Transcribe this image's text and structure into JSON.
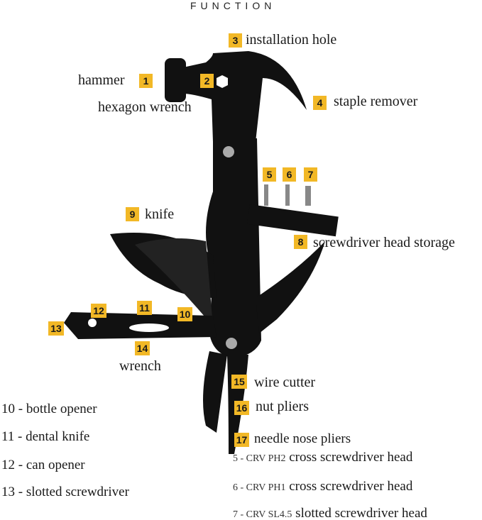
{
  "title": "FUNCTION",
  "callouts": [
    {
      "num": "1",
      "label": "hammer"
    },
    {
      "num": "2",
      "label": "hexagon wrench"
    },
    {
      "num": "3",
      "label": "installation hole"
    },
    {
      "num": "4",
      "label": "staple remover"
    },
    {
      "num": "5"
    },
    {
      "num": "6"
    },
    {
      "num": "7"
    },
    {
      "num": "8",
      "label": "screwdriver head storage"
    },
    {
      "num": "9",
      "label": "knife"
    },
    {
      "num": "10"
    },
    {
      "num": "11"
    },
    {
      "num": "12"
    },
    {
      "num": "13"
    },
    {
      "num": "14",
      "label": "wrench"
    },
    {
      "num": "15",
      "label": "wire cutter"
    },
    {
      "num": "16",
      "label": "nut pliers"
    },
    {
      "num": "17",
      "label": "needle nose pliers"
    }
  ],
  "left_list": [
    "10 - bottle opener",
    "11 - dental knife",
    "12 - can opener",
    "13 - slotted screwdriver"
  ],
  "right_list": [
    {
      "prefix": "5 - CRV PH2",
      "text": "cross screwdriver head"
    },
    {
      "prefix": "6 - CRV PH1",
      "text": "cross screwdriver head"
    },
    {
      "prefix": "7 - CRV SL4.5",
      "text": "slotted screwdriver head"
    }
  ],
  "colors": {
    "badge": "#f2b826",
    "tool": "#111111"
  }
}
